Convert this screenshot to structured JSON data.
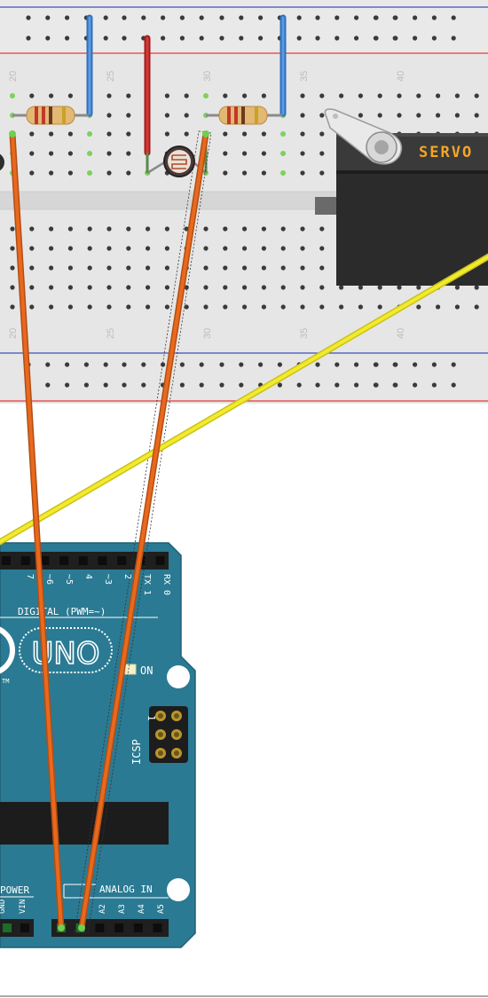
{
  "breadboard": {
    "column_numbers": [
      "20",
      "25",
      "30",
      "35",
      "40"
    ]
  },
  "servo": {
    "label": "SERVO"
  },
  "arduino": {
    "digital_label": "DIGITAL (PWM=~)",
    "uno_label": "UNO",
    "on_label": "ON",
    "icsp_label": "ICSP",
    "icsp_pin_label": "1",
    "tm_label": "TM",
    "power_label": "POWER",
    "analog_label": "ANALOG IN",
    "digital_pins": [
      "7",
      "~6",
      "~5",
      "4",
      "~3",
      "2",
      "TX 1",
      "RX 0"
    ],
    "power_pins": [
      "GND",
      "VIN"
    ],
    "analog_pins": [
      "A2",
      "A3",
      "A4",
      "A5"
    ]
  },
  "colors": {
    "breadboard": "#e6e6e6",
    "rail_red": "#e53935",
    "rail_blue": "#3f51b5",
    "wire_orange": "#e8691e",
    "wire_yellow": "#f2ea2c",
    "wire_blue": "#3d7fd1",
    "wire_red": "#c62828",
    "arduino": "#2a7a93",
    "servo_body": "#2b2b2b",
    "servo_text": "#f5a623"
  }
}
